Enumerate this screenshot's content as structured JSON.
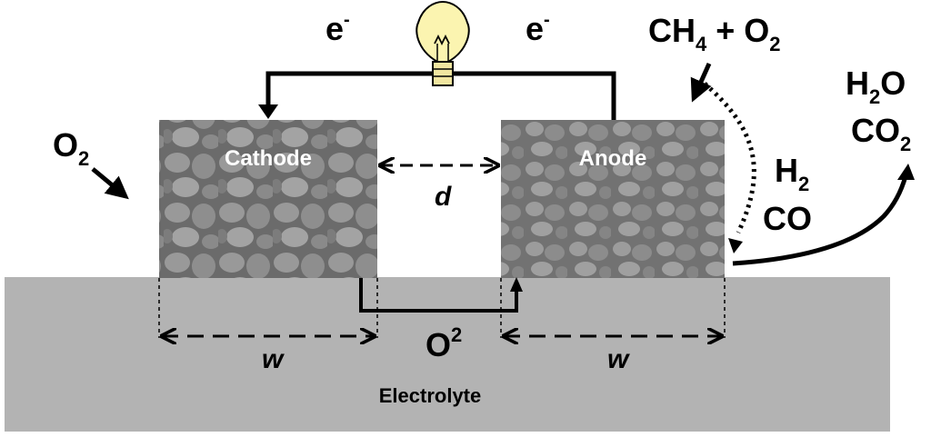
{
  "diagram": {
    "cathode_label": "Cathode",
    "anode_label": "Anode",
    "electrolyte_label": "Electrolyte",
    "electron_left": {
      "base": "e",
      "sup": "-"
    },
    "electron_right": {
      "base": "e",
      "sup": "-"
    },
    "oxide_ion": {
      "base": "O",
      "sup": "2"
    },
    "oxygen_in": {
      "base": "O",
      "sub": "2"
    },
    "fuel_in": {
      "p1": "CH",
      "s1": "4",
      "p2": " + O",
      "s2": "2"
    },
    "hydrogen": {
      "base": "H",
      "sub": "2"
    },
    "carbon_monoxide": "CO",
    "water": {
      "p1": "H",
      "s1": "2",
      "p2": "O"
    },
    "carbon_dioxide": {
      "p1": "CO",
      "s1": "2"
    },
    "gap_label": "d",
    "width_label_left": "w",
    "width_label_right": "w"
  },
  "colors": {
    "electrolyte": "#b3b3b3",
    "electrode_base": "#6e6e6e",
    "grain": "#9a9a9a",
    "bulb": "#fbf4b0"
  },
  "icons": {
    "bulb": "light-bulb-icon"
  }
}
